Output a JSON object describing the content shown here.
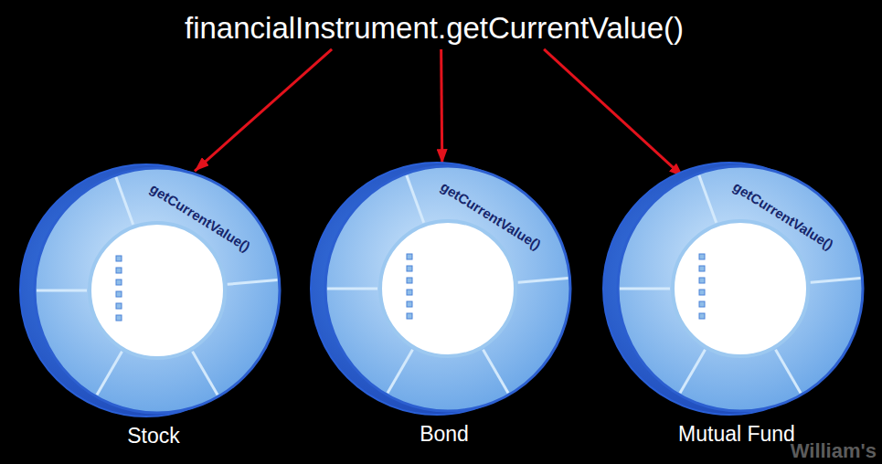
{
  "diagram": {
    "nodes": [
      {
        "text": [
          "financialInstrument.getCurrentValue()"
        ]
      },
      {
        "text": [
          "getCurrentValue()",
          "Stock"
        ]
      },
      {
        "text": [
          "getCurrentValue()",
          "Bond"
        ]
      },
      {
        "text": [
          "getCurrentValue()",
          "Mutual Fund"
        ]
      }
    ],
    "edges": [
      {
        "from": 0,
        "to": 1,
        "arrow": "to"
      },
      {
        "from": 0,
        "to": 2,
        "arrow": "to"
      },
      {
        "from": 0,
        "to": 3,
        "arrow": "to"
      }
    ],
    "labels": [
      "William's"
    ]
  }
}
